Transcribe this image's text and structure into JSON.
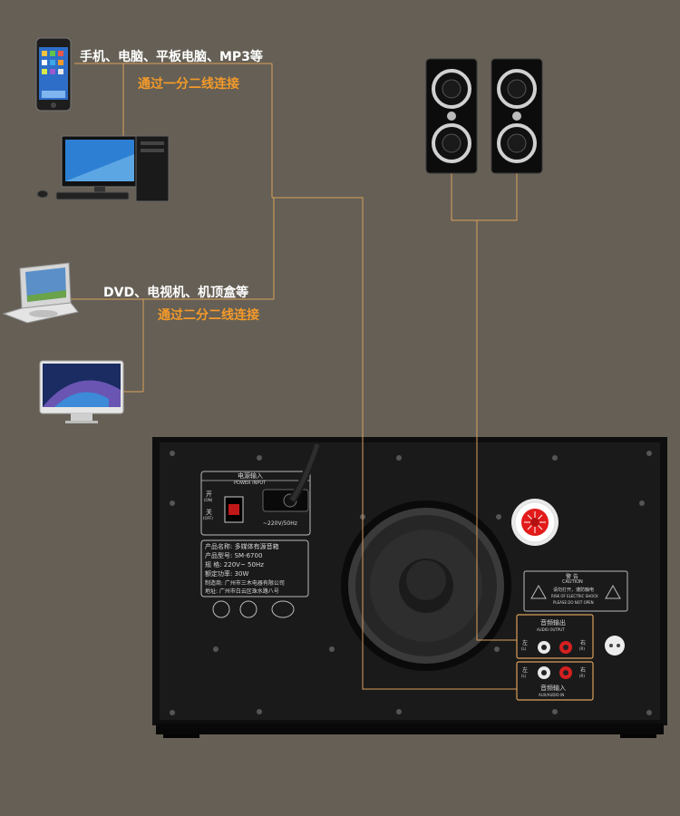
{
  "labels": {
    "devices_top": "手机、电脑、平板电脑、MP3等",
    "connect_top": "通过一分二线连接",
    "devices_bottom": "DVD、电视机、机顶盒等",
    "connect_bottom": "通过二分二线连接"
  },
  "panel": {
    "power_cn": "电源输入",
    "power_en": "POWER INPUT",
    "switch_on": "开",
    "switch_on_en": "(ON)",
    "switch_off": "关",
    "switch_off_en": "(OFF)",
    "voltage": "~220V/50Hz",
    "info_lines": [
      "产品名称: 多媒体有源音箱",
      "产品型号: SM-6700",
      "规      格: 220V~ 50Hz",
      "额定功率: 30W",
      "制造商: 广州市三木电器有限公司",
      "地址: 广州市白云区珠水路八号"
    ],
    "caution_cn": "警 告",
    "caution_en": "CAUTION",
    "caution_line1": "请勿打开，谨防触电",
    "caution_line2": "RISK OF ELECTRIC SHOCK",
    "caution_line3": "PLEASE DO NOT OPEN",
    "audio_out_cn": "音频输出",
    "audio_out_en": "AUDIO OUTPUT",
    "audio_in_cn": "音频输入",
    "audio_in_en": "AUX/AUDIO IN",
    "left": "左",
    "left_en": "(L)",
    "right": "右",
    "right_en": "(R)"
  },
  "colors": {
    "background": "#655f55",
    "line": "#d9a05c",
    "accent_orange": "#f39a2a",
    "cabinet": "#141414",
    "jack_red": "#d62020",
    "jack_white": "#e8e8e8"
  }
}
